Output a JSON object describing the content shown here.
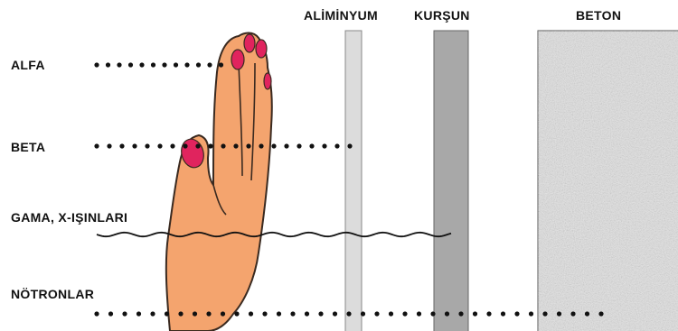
{
  "materials": {
    "aluminum": "ALİMİNYUM",
    "lead": "KURŞUN",
    "concrete": "BETON"
  },
  "radiation": {
    "alpha": "ALFA",
    "beta": "BETA",
    "gamma": "GAMA, X-IŞINLARI",
    "neutron": "NÖTRONLAR"
  },
  "colors": {
    "hand": "#F4A46E",
    "hand_outline": "#3a2a20",
    "nails": "#E0245E",
    "aluminum": "#DCDCDC",
    "lead": "#A8A8A8",
    "concrete": "#E2E2E2",
    "dots": "#111111"
  }
}
